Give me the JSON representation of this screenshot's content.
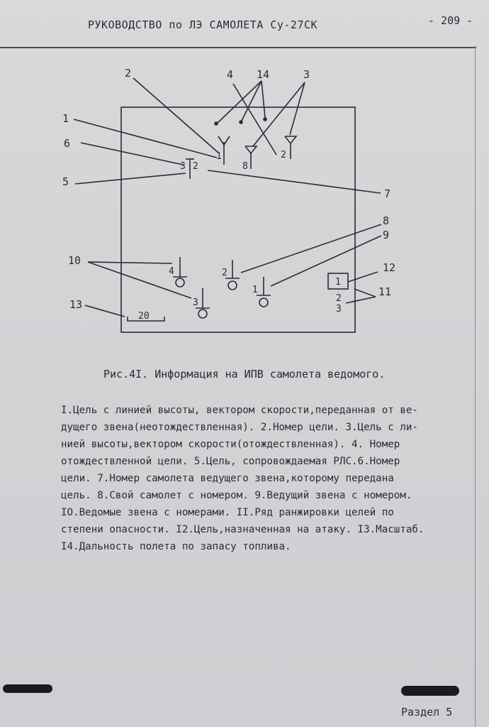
{
  "header": {
    "title": "РУКОВОДСТВО по ЛЭ САМОЛЕТА Су-27СК",
    "page_number": "- 209 -"
  },
  "figure": {
    "callouts": {
      "c1": "1",
      "c2": "2",
      "c3": "3",
      "c4": "4",
      "c5": "5",
      "c6": "6",
      "c7": "7",
      "c8": "8",
      "c9": "9",
      "c10": "10",
      "c11": "11",
      "c12": "12",
      "c13": "13",
      "c14": "14"
    },
    "symbol_labels": {
      "target_1": "1",
      "target_8": "8",
      "target_2": "2",
      "tracked_3": "3",
      "tracked_2": "2",
      "wing_4": "4",
      "wing_3": "3",
      "own_2": "2",
      "leader_1": "1",
      "assigned_1": "1",
      "rank_2": "2",
      "rank_3": "3"
    },
    "scale_value": "20"
  },
  "caption": "Рис.4I. Информация на ИПВ самолета ведомого.",
  "body_lines": [
    "I.Цель с линией высоты, вектором скорости,переданная от ве-",
    "дущего звена(неотождествленная). 2.Номер цели. 3.Цель с ли-",
    "нией высоты,вектором скорости(отождествленная). 4. Номер",
    "отождествленной цели. 5.Цель, сопровождаемая РЛС.6.Номер",
    "цели. 7.Номер самолета ведущего звена,которому передана",
    "цель. 8.Свой самолет с номером. 9.Ведущий звена с номером.",
    "IO.Ведомые звена с номерами. II.Ряд ранжировки целей по",
    "степени опасности. I2.Цель,назначенная на атаку. I3.Масштаб.",
    "I4.Дальность полета по запасу топлива."
  ],
  "footer": {
    "section": "Раздел 5"
  }
}
